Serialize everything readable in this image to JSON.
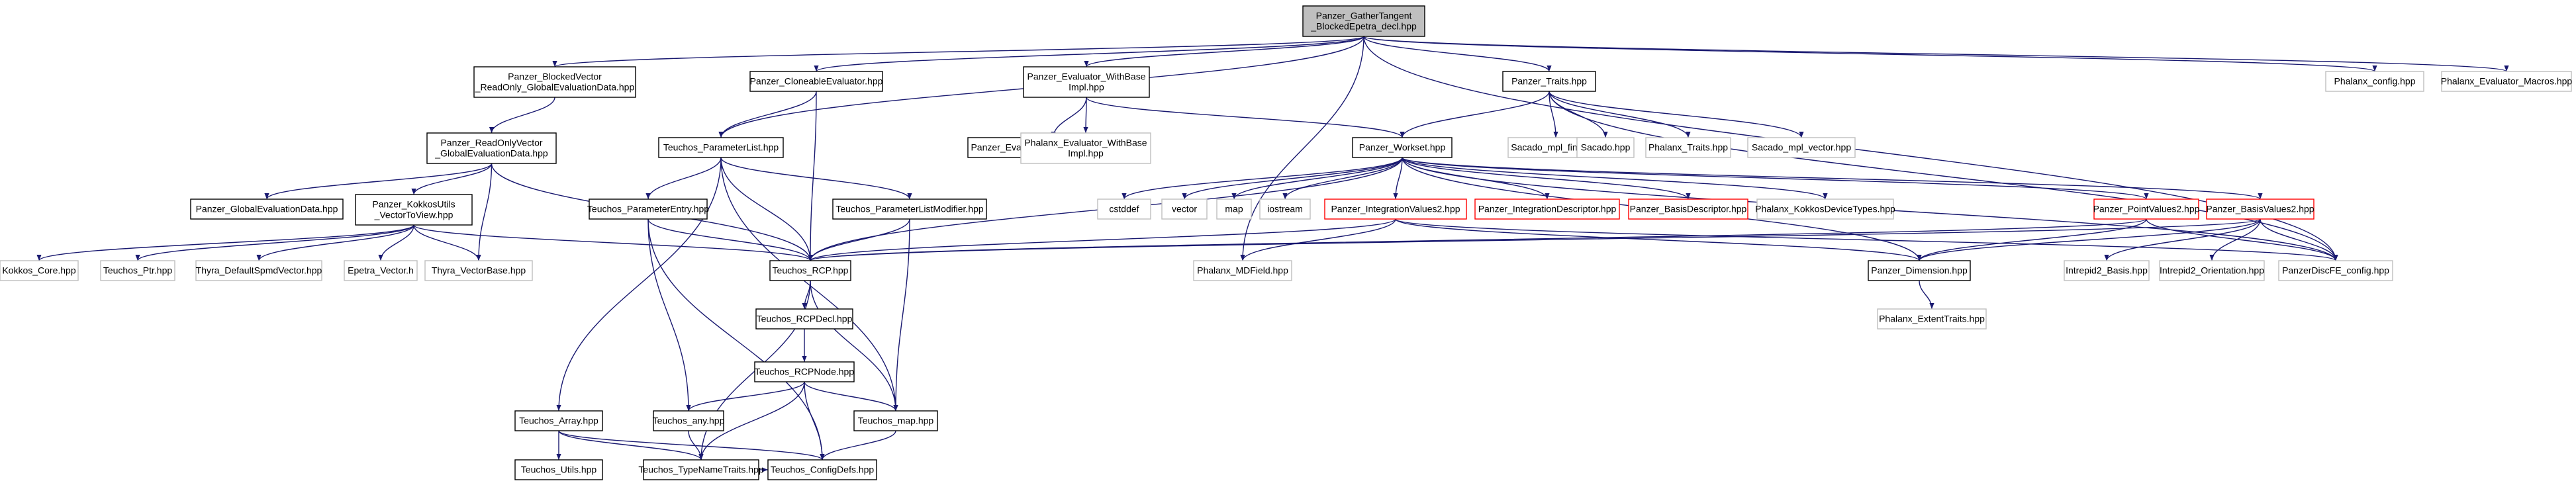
{
  "colors": {
    "edge": "#191970",
    "normal_border": "#000000",
    "normal_fill": "#ffffff",
    "external_border": "#bfbfbf",
    "external_fill": "#ffffff",
    "missing_border": "#ff0000",
    "root_fill": "#bfbfbf",
    "text": "#000000",
    "external_text": "#000000"
  },
  "nodes": [
    {
      "id": "root",
      "lines": [
        "Panzer_GatherTangent",
        "_BlockedEpetra_decl.hpp"
      ],
      "kind": "root"
    },
    {
      "id": "blockedvec",
      "lines": [
        "Panzer_BlockedVector",
        "_ReadOnly_GlobalEvaluationData.hpp"
      ],
      "kind": "normal"
    },
    {
      "id": "cloneable",
      "lines": [
        "Panzer_CloneableEvaluator.hpp"
      ],
      "kind": "normal"
    },
    {
      "id": "evalwb",
      "lines": [
        "Panzer_Evaluator_WithBase",
        "Impl.hpp"
      ],
      "kind": "normal"
    },
    {
      "id": "traits",
      "lines": [
        "Panzer_Traits.hpp"
      ],
      "kind": "normal"
    },
    {
      "id": "phxconfig",
      "lines": [
        "Phalanx_config.hpp"
      ],
      "kind": "external"
    },
    {
      "id": "phxmacros",
      "lines": [
        "Phalanx_Evaluator_Macros.hpp"
      ],
      "kind": "external"
    },
    {
      "id": "readonly",
      "lines": [
        "Panzer_ReadOnlyVector",
        "_GlobalEvaluationData.hpp"
      ],
      "kind": "normal"
    },
    {
      "id": "paramlist",
      "lines": [
        "Teuchos_ParameterList.hpp"
      ],
      "kind": "normal"
    },
    {
      "id": "domainif",
      "lines": [
        "Panzer_Evaluator_DomainInterface.hpp"
      ],
      "kind": "normal"
    },
    {
      "id": "phxevalwb",
      "lines": [
        "Phalanx_Evaluator_WithBase",
        "Impl.hpp"
      ],
      "kind": "external"
    },
    {
      "id": "workset",
      "lines": [
        "Panzer_Workset.hpp"
      ],
      "kind": "normal"
    },
    {
      "id": "mplfind",
      "lines": [
        "Sacado_mpl_find.hpp"
      ],
      "kind": "external"
    },
    {
      "id": "sacado",
      "lines": [
        "Sacado.hpp"
      ],
      "kind": "external"
    },
    {
      "id": "phxtraits",
      "lines": [
        "Phalanx_Traits.hpp"
      ],
      "kind": "external"
    },
    {
      "id": "mplvector",
      "lines": [
        "Sacado_mpl_vector.hpp"
      ],
      "kind": "external"
    },
    {
      "id": "globaleval",
      "lines": [
        "Panzer_GlobalEvaluationData.hpp"
      ],
      "kind": "normal"
    },
    {
      "id": "kokkosutils",
      "lines": [
        "Panzer_KokkosUtils",
        "_VectorToView.hpp"
      ],
      "kind": "normal"
    },
    {
      "id": "paramentry",
      "lines": [
        "Teuchos_ParameterEntry.hpp"
      ],
      "kind": "normal"
    },
    {
      "id": "paramlistmod",
      "lines": [
        "Teuchos_ParameterListModifier.hpp"
      ],
      "kind": "normal"
    },
    {
      "id": "cstddef",
      "lines": [
        "cstddef"
      ],
      "kind": "external"
    },
    {
      "id": "vector",
      "lines": [
        "vector"
      ],
      "kind": "external"
    },
    {
      "id": "map",
      "lines": [
        "map"
      ],
      "kind": "external"
    },
    {
      "id": "iostream",
      "lines": [
        "iostream"
      ],
      "kind": "external"
    },
    {
      "id": "intvalues",
      "lines": [
        "Panzer_IntegrationValues2.hpp"
      ],
      "kind": "missing"
    },
    {
      "id": "intdesc",
      "lines": [
        "Panzer_IntegrationDescriptor.hpp"
      ],
      "kind": "missing"
    },
    {
      "id": "basisdesc",
      "lines": [
        "Panzer_BasisDescriptor.hpp"
      ],
      "kind": "missing"
    },
    {
      "id": "kokkosdev",
      "lines": [
        "Phalanx_KokkosDeviceTypes.hpp"
      ],
      "kind": "external"
    },
    {
      "id": "pointvalues",
      "lines": [
        "Panzer_PointValues2.hpp"
      ],
      "kind": "missing"
    },
    {
      "id": "basisvalues",
      "lines": [
        "Panzer_BasisValues2.hpp"
      ],
      "kind": "missing"
    },
    {
      "id": "kokkoscore",
      "lines": [
        "Kokkos_Core.hpp"
      ],
      "kind": "external"
    },
    {
      "id": "teuchosptr",
      "lines": [
        "Teuchos_Ptr.hpp"
      ],
      "kind": "external"
    },
    {
      "id": "thyraspmd",
      "lines": [
        "Thyra_DefaultSpmdVector.hpp"
      ],
      "kind": "external"
    },
    {
      "id": "epetravec",
      "lines": [
        "Epetra_Vector.h"
      ],
      "kind": "external"
    },
    {
      "id": "thyravecbase",
      "lines": [
        "Thyra_VectorBase.hpp"
      ],
      "kind": "external"
    },
    {
      "id": "rcp",
      "lines": [
        "Teuchos_RCP.hpp"
      ],
      "kind": "normal"
    },
    {
      "id": "mdfield",
      "lines": [
        "Phalanx_MDField.hpp"
      ],
      "kind": "external"
    },
    {
      "id": "dimension",
      "lines": [
        "Panzer_Dimension.hpp"
      ],
      "kind": "normal"
    },
    {
      "id": "intrbasis",
      "lines": [
        "Intrepid2_Basis.hpp"
      ],
      "kind": "external"
    },
    {
      "id": "introrient",
      "lines": [
        "Intrepid2_Orientation.hpp"
      ],
      "kind": "external"
    },
    {
      "id": "discfe",
      "lines": [
        "PanzerDiscFE_config.hpp"
      ],
      "kind": "external"
    },
    {
      "id": "rcpdecl",
      "lines": [
        "Teuchos_RCPDecl.hpp"
      ],
      "kind": "normal"
    },
    {
      "id": "extent",
      "lines": [
        "Phalanx_ExtentTraits.hpp"
      ],
      "kind": "external"
    },
    {
      "id": "rcpnode",
      "lines": [
        "Teuchos_RCPNode.hpp"
      ],
      "kind": "normal"
    },
    {
      "id": "tarray",
      "lines": [
        "Teuchos_Array.hpp"
      ],
      "kind": "normal"
    },
    {
      "id": "tany",
      "lines": [
        "Teuchos_any.hpp"
      ],
      "kind": "normal"
    },
    {
      "id": "tmap",
      "lines": [
        "Teuchos_map.hpp"
      ],
      "kind": "normal"
    },
    {
      "id": "tutils",
      "lines": [
        "Teuchos_Utils.hpp"
      ],
      "kind": "normal"
    },
    {
      "id": "typename",
      "lines": [
        "Teuchos_TypeNameTraits.hpp"
      ],
      "kind": "normal"
    },
    {
      "id": "configdefs",
      "lines": [
        "Teuchos_ConfigDefs.hpp"
      ],
      "kind": "normal"
    }
  ],
  "edges": [
    [
      "root",
      "blockedvec"
    ],
    [
      "root",
      "cloneable"
    ],
    [
      "root",
      "evalwb"
    ],
    [
      "root",
      "traits"
    ],
    [
      "root",
      "phxconfig"
    ],
    [
      "root",
      "phxmacros"
    ],
    [
      "root",
      "paramlist"
    ],
    [
      "root",
      "mdfield"
    ],
    [
      "root",
      "discfe"
    ],
    [
      "blockedvec",
      "readonly"
    ],
    [
      "readonly",
      "globaleval"
    ],
    [
      "readonly",
      "kokkosutils"
    ],
    [
      "readonly",
      "thyravecbase"
    ],
    [
      "readonly",
      "rcp"
    ],
    [
      "kokkosutils",
      "kokkoscore"
    ],
    [
      "kokkosutils",
      "teuchosptr"
    ],
    [
      "kokkosutils",
      "thyraspmd"
    ],
    [
      "kokkosutils",
      "epetravec"
    ],
    [
      "kokkosutils",
      "thyravecbase"
    ],
    [
      "kokkosutils",
      "rcp"
    ],
    [
      "cloneable",
      "paramlist"
    ],
    [
      "cloneable",
      "rcp"
    ],
    [
      "evalwb",
      "domainif"
    ],
    [
      "evalwb",
      "phxevalwb"
    ],
    [
      "evalwb",
      "workset"
    ],
    [
      "traits",
      "workset"
    ],
    [
      "traits",
      "mplfind"
    ],
    [
      "traits",
      "sacado"
    ],
    [
      "traits",
      "phxtraits"
    ],
    [
      "traits",
      "mplvector"
    ],
    [
      "traits",
      "discfe"
    ],
    [
      "paramlist",
      "paramentry"
    ],
    [
      "paramlist",
      "paramlistmod"
    ],
    [
      "paramlist",
      "rcp"
    ],
    [
      "paramlist",
      "tarray"
    ],
    [
      "paramlist",
      "tmap"
    ],
    [
      "paramentry",
      "tany"
    ],
    [
      "paramentry",
      "rcp"
    ],
    [
      "paramentry",
      "configdefs"
    ],
    [
      "paramlistmod",
      "rcp"
    ],
    [
      "paramlistmod",
      "tmap"
    ],
    [
      "workset",
      "cstddef"
    ],
    [
      "workset",
      "vector"
    ],
    [
      "workset",
      "map"
    ],
    [
      "workset",
      "iostream"
    ],
    [
      "workset",
      "rcp"
    ],
    [
      "workset",
      "intvalues"
    ],
    [
      "workset",
      "intdesc"
    ],
    [
      "workset",
      "basisdesc"
    ],
    [
      "workset",
      "kokkosdev"
    ],
    [
      "workset",
      "pointvalues"
    ],
    [
      "workset",
      "basisvalues"
    ],
    [
      "workset",
      "dimension"
    ],
    [
      "workset",
      "discfe"
    ],
    [
      "intvalues",
      "mdfield"
    ],
    [
      "intvalues",
      "dimension"
    ],
    [
      "intvalues",
      "rcp"
    ],
    [
      "intvalues",
      "discfe"
    ],
    [
      "pointvalues",
      "dimension"
    ],
    [
      "pointvalues",
      "rcp"
    ],
    [
      "pointvalues",
      "discfe"
    ],
    [
      "basisvalues",
      "dimension"
    ],
    [
      "basisvalues",
      "intrbasis"
    ],
    [
      "basisvalues",
      "introrient"
    ],
    [
      "basisvalues",
      "rcp"
    ],
    [
      "basisvalues",
      "discfe"
    ],
    [
      "dimension",
      "extent"
    ],
    [
      "rcp",
      "rcpdecl"
    ],
    [
      "rcp",
      "tmap"
    ],
    [
      "rcp",
      "typename"
    ],
    [
      "rcpdecl",
      "rcpnode"
    ],
    [
      "rcpnode",
      "tany"
    ],
    [
      "rcpnode",
      "tmap"
    ],
    [
      "rcpnode",
      "typename"
    ],
    [
      "rcpnode",
      "configdefs"
    ],
    [
      "tarray",
      "tutils"
    ],
    [
      "tarray",
      "typename"
    ],
    [
      "tarray",
      "configdefs"
    ],
    [
      "tany",
      "typename"
    ],
    [
      "tmap",
      "configdefs"
    ],
    [
      "typename",
      "configdefs"
    ]
  ]
}
